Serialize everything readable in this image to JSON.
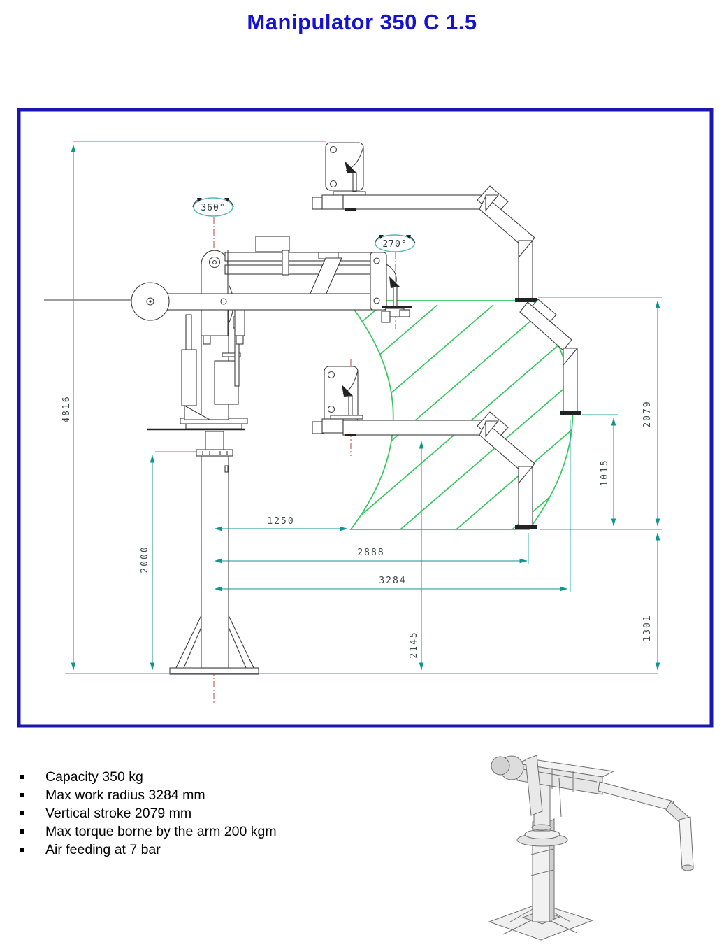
{
  "title": "Manipulator 350 C 1.5",
  "specs": {
    "items": [
      "Capacity 350 kg",
      "Max work radius 3284 mm",
      "Vertical stroke 2079 mm",
      "Max torque borne by the arm 200 kgm",
      "Air feeding at 7 bar"
    ]
  },
  "drawing": {
    "angles": {
      "slew": "360°",
      "wrist": "270°"
    },
    "dims": {
      "total_height": "4816",
      "column_height": "2000",
      "min_radius": "1250",
      "mid_radius": "2888",
      "max_radius": "3284",
      "arm_height": "2145",
      "lower_stroke": "1015",
      "vertical_stroke": "2079",
      "low_clearance": "1301"
    },
    "colors": {
      "frame_blue": "#1a16b0",
      "dimension_teal": "#0e968c",
      "envelope_green": "#38c75e",
      "centerline_red": "#bb4343"
    }
  }
}
